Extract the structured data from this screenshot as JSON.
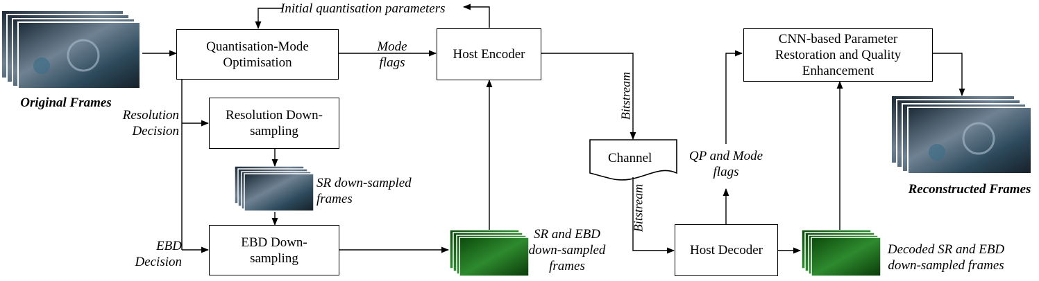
{
  "boxes": {
    "qmo": "Quantisation-Mode Optimisation",
    "host_encoder": "Host Encoder",
    "res_down": "Resolution Down-sampling",
    "ebd_down": "EBD Down-sampling",
    "channel": "Channel",
    "host_decoder": "Host Decoder",
    "cnn": "CNN-based Parameter Restoration and Quality Enhancement"
  },
  "labels": {
    "original_frames": "Original Frames",
    "reconstructed_frames": "Reconstructed Frames",
    "initial_qp": "Initial quantisation parameters",
    "mode_flags": "Mode flags",
    "resolution_decision": "Resolution Decision",
    "ebd_decision": "EBD Decision",
    "sr_frames": "SR down-sampled frames",
    "sr_ebd_frames": "SR and EBD down-sampled frames",
    "bitstream_top": "Bitstream",
    "bitstream_bottom": "Bitstream",
    "qp_mode_flags": "QP and Mode flags",
    "decoded_frames": "Decoded SR and EBD down-sampled frames"
  }
}
